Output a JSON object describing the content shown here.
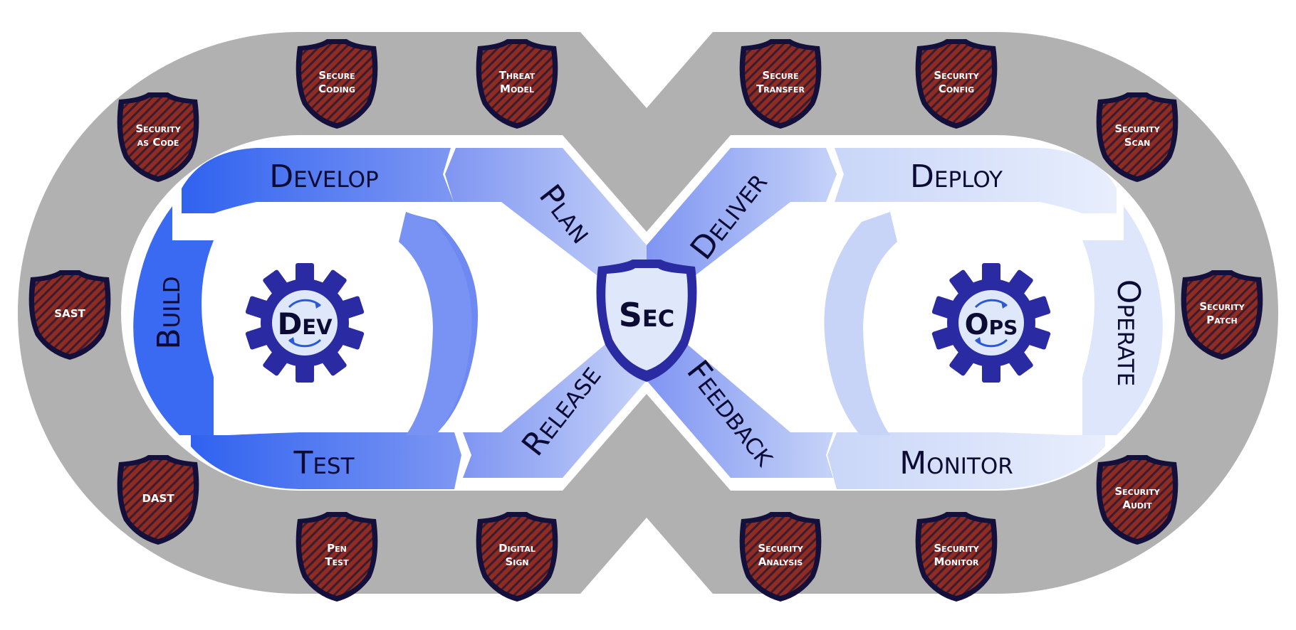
{
  "colors": {
    "track": "#b1b1b1",
    "dev_blue": "#3b6cf2",
    "mid_blue": "#8fa2f4",
    "ops_blue": "#dce6fa",
    "gear": "#2a2aa3",
    "badge_red": "#8a2a24",
    "badge_stroke": "#14103c",
    "text_dark": "#0b0b33"
  },
  "center": {
    "dev": "Dev",
    "sec": "Sec",
    "ops": "Ops"
  },
  "phases": {
    "develop": "Develop",
    "plan": "Plan",
    "build": "Build",
    "test": "Test",
    "release": "Release",
    "deliver": "Deliver",
    "feedback": "Feedback",
    "deploy": "Deploy",
    "operate": "Operate",
    "monitor": "Monitor"
  },
  "badges": [
    {
      "id": "secure-coding",
      "lines": [
        "Secure",
        "Coding"
      ]
    },
    {
      "id": "threat-model",
      "lines": [
        "Threat",
        "Model"
      ]
    },
    {
      "id": "secure-transfer",
      "lines": [
        "Secure",
        "Transfer"
      ]
    },
    {
      "id": "security-config",
      "lines": [
        "Security",
        "Config"
      ]
    },
    {
      "id": "security-as-code",
      "lines": [
        "Security",
        "as Code"
      ]
    },
    {
      "id": "security-scan",
      "lines": [
        "Security",
        "Scan"
      ]
    },
    {
      "id": "sast",
      "lines": [
        "SAST"
      ]
    },
    {
      "id": "security-patch",
      "lines": [
        "Security",
        "Patch"
      ]
    },
    {
      "id": "dast",
      "lines": [
        "DAST"
      ]
    },
    {
      "id": "security-audit",
      "lines": [
        "Security",
        "Audit"
      ]
    },
    {
      "id": "pen-test",
      "lines": [
        "Pen",
        "Test"
      ]
    },
    {
      "id": "digital-sign",
      "lines": [
        "Digital",
        "Sign"
      ]
    },
    {
      "id": "security-analysis",
      "lines": [
        "Security",
        "Analysis"
      ]
    },
    {
      "id": "security-monitor",
      "lines": [
        "Security",
        "Monitor"
      ]
    }
  ]
}
